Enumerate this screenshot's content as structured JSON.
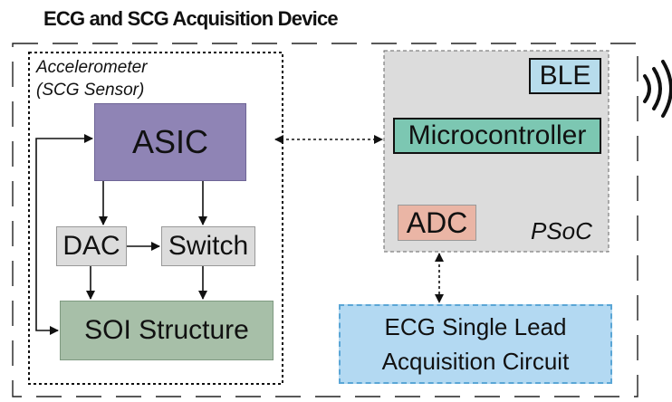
{
  "title": "ECG and SCG Acquisition Device",
  "accelerometer": {
    "line1": "Accelerometer",
    "line2": "(SCG Sensor)"
  },
  "blocks": {
    "asic": "ASIC",
    "dac": "DAC",
    "switch": "Switch",
    "soi": "SOI Structure",
    "ble": "BLE",
    "microcontroller": "Microcontroller",
    "adc": "ADC",
    "psoc": "PSoC",
    "ecg_line1": "ECG Single Lead",
    "ecg_line2": "Acquisition Circuit"
  },
  "icons": {
    "wireless": "wireless-signal-icon"
  },
  "colors": {
    "asic": "#8f84b5",
    "soi": "#a7bfa8",
    "ble": "#b7dcec",
    "microcontroller": "#7cc7b2",
    "adc": "#eab5a5",
    "psoc": "#dcdcdc",
    "ecg": "#b3d9f2"
  }
}
